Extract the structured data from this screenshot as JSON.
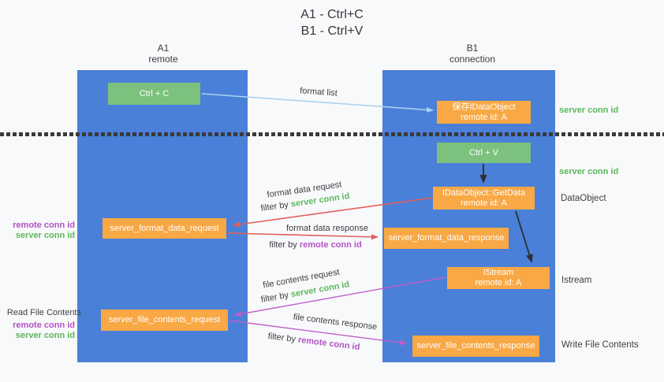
{
  "title": {
    "line1": "A1 - Ctrl+C",
    "line2": "B1 - Ctrl+V"
  },
  "lifelines": {
    "a1": {
      "name": "A1",
      "role": "remote"
    },
    "b1": {
      "name": "B1",
      "role": "connection"
    }
  },
  "boxes": {
    "ctrl_c": {
      "label": "Ctrl + C"
    },
    "ctrl_v": {
      "label": "Ctrl + V"
    },
    "save_idataobject": {
      "line1": "保存IDataObject",
      "line2": "remote id: A"
    },
    "getdata": {
      "line1": "IDataObject::GetData",
      "line2": "remote id: A"
    },
    "istream": {
      "line1": "IStream",
      "line2": "remote id: A"
    },
    "format_request": {
      "label": "server_format_data_request"
    },
    "format_response": {
      "label": "server_format_data_response"
    },
    "file_request": {
      "label": "server_file_contents_request"
    },
    "file_response": {
      "label": "server_file_contents_response"
    }
  },
  "messages": {
    "format_list": "format list",
    "format_data_request": "format data request",
    "format_data_response": "format data response",
    "file_contents_request": "file contents request",
    "file_contents_response": "file contents response",
    "filter_by": "filter by",
    "server_conn_id": "server conn id",
    "remote_conn_id": "remote conn id"
  },
  "annotations": {
    "server_conn_id_top": "server conn id",
    "server_conn_id_mid": "server conn id",
    "data_object": "DataObject",
    "istream": "Istream",
    "write_file_contents": "Write File Contents",
    "read_file_contents": "Read File Contents",
    "remote_conn_id": "remote conn id",
    "server_conn_id": "server conn id"
  },
  "colors": {
    "lifeline_blue": "#4a80d8",
    "box_green": "#7cc27e",
    "box_orange": "#f8a844",
    "arrow_light_blue": "#a9d2f0",
    "arrow_red": "#e2605e",
    "arrow_magenta": "#c05ec9",
    "arrow_black": "#2f2f2f",
    "text_green": "#5cb85c",
    "text_purple": "#b352c5",
    "text_dark": "#3d3f42"
  }
}
